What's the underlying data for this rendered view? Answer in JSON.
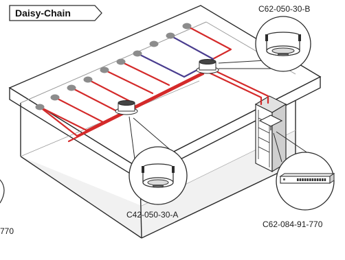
{
  "diagram": {
    "title": "Daisy-Chain",
    "labels": {
      "speaker_b": "C62-050-30-B",
      "speaker_a": "C42-050-30-A",
      "switch": "C62-084-91-770",
      "left_cut": "770"
    },
    "colors": {
      "red_cable": "#d42a2a",
      "blue_cable": "#4a3d8f",
      "outline": "#2b2b2b",
      "speaker_grey": "#8c8c8c",
      "floor_shade": "#e6e6e6"
    },
    "icons": [
      "ceiling-speaker-icon",
      "network-switch-icon",
      "server-rack-icon"
    ]
  }
}
